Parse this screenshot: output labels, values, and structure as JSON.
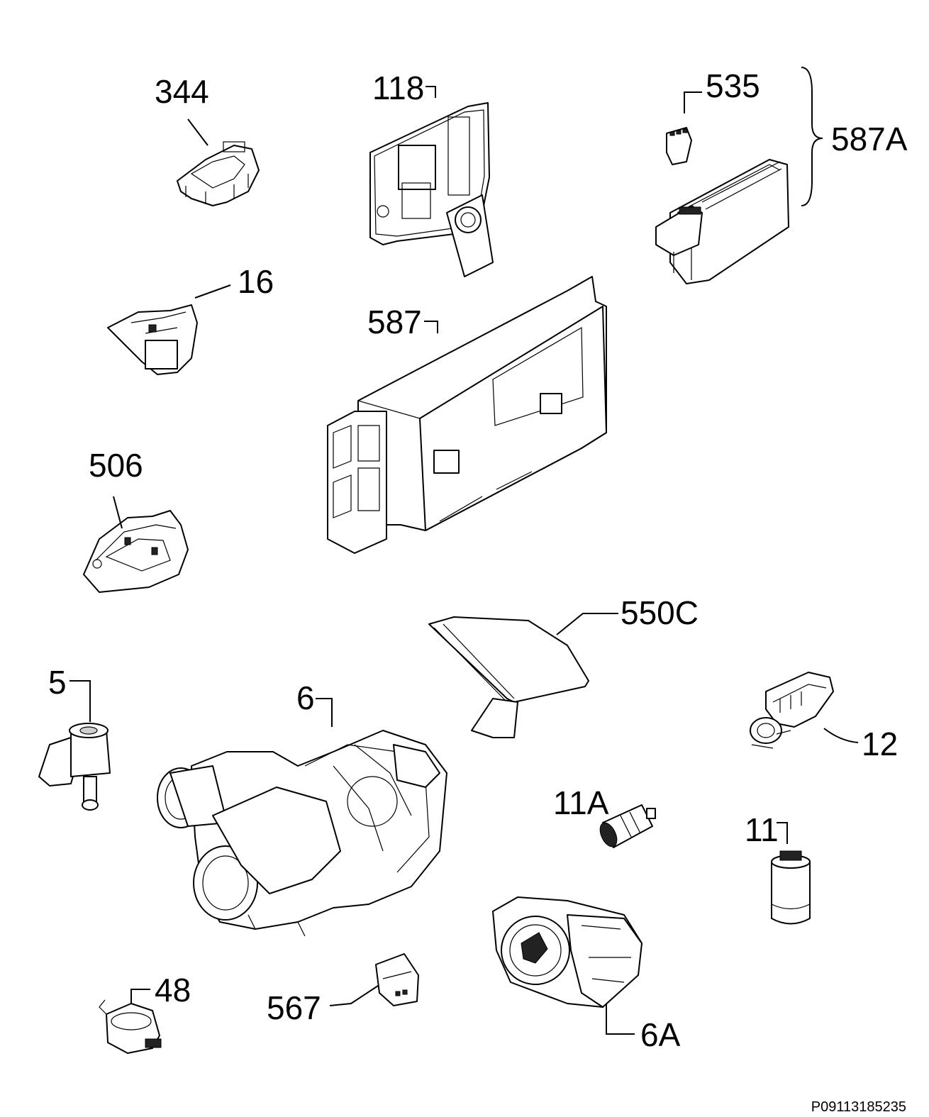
{
  "labels": {
    "l344": "344",
    "l118": "118",
    "l535": "535",
    "l587A": "587A",
    "l16": "16",
    "l587": "587",
    "l506": "506",
    "l550C": "550C",
    "l5": "5",
    "l6": "6",
    "l12": "12",
    "l11A": "11A",
    "l11": "11",
    "l48": "48",
    "l567": "567",
    "l6A": "6A"
  },
  "reference_code": "P09113185235"
}
